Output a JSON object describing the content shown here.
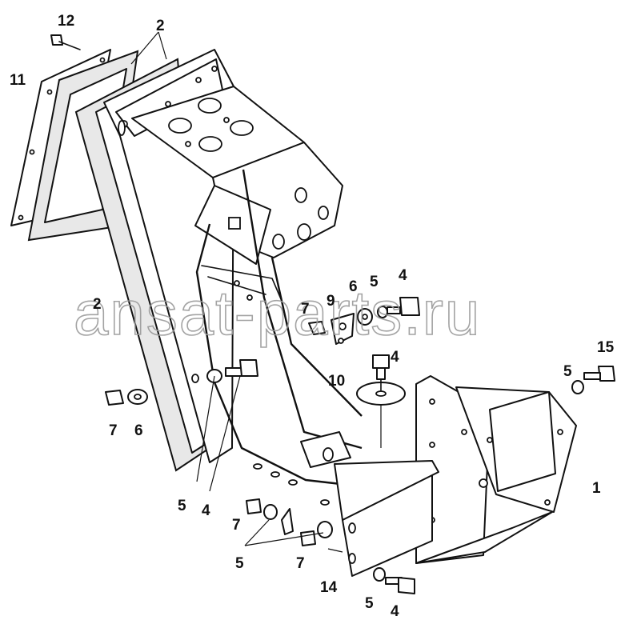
{
  "watermark": "ansat-parts.ru",
  "callouts": [
    {
      "id": "c12",
      "text": "12"
    },
    {
      "id": "c2a",
      "text": "2"
    },
    {
      "id": "c11",
      "text": "11"
    },
    {
      "id": "c2b",
      "text": "2"
    },
    {
      "id": "c7a",
      "text": "7"
    },
    {
      "id": "c9",
      "text": "9"
    },
    {
      "id": "c6a",
      "text": "6"
    },
    {
      "id": "c5a",
      "text": "5"
    },
    {
      "id": "c4a",
      "text": "4"
    },
    {
      "id": "c4b",
      "text": "4"
    },
    {
      "id": "c10",
      "text": "10"
    },
    {
      "id": "c15",
      "text": "15"
    },
    {
      "id": "c5b",
      "text": "5"
    },
    {
      "id": "c7b",
      "text": "7"
    },
    {
      "id": "c6b",
      "text": "6"
    },
    {
      "id": "c1",
      "text": "1"
    },
    {
      "id": "c5c",
      "text": "5"
    },
    {
      "id": "c4c",
      "text": "4"
    },
    {
      "id": "c7c",
      "text": "7"
    },
    {
      "id": "c5d",
      "text": "5"
    },
    {
      "id": "c7d",
      "text": "7"
    },
    {
      "id": "c14",
      "text": "14"
    },
    {
      "id": "c5e",
      "text": "5"
    },
    {
      "id": "c4d",
      "text": "4"
    }
  ]
}
